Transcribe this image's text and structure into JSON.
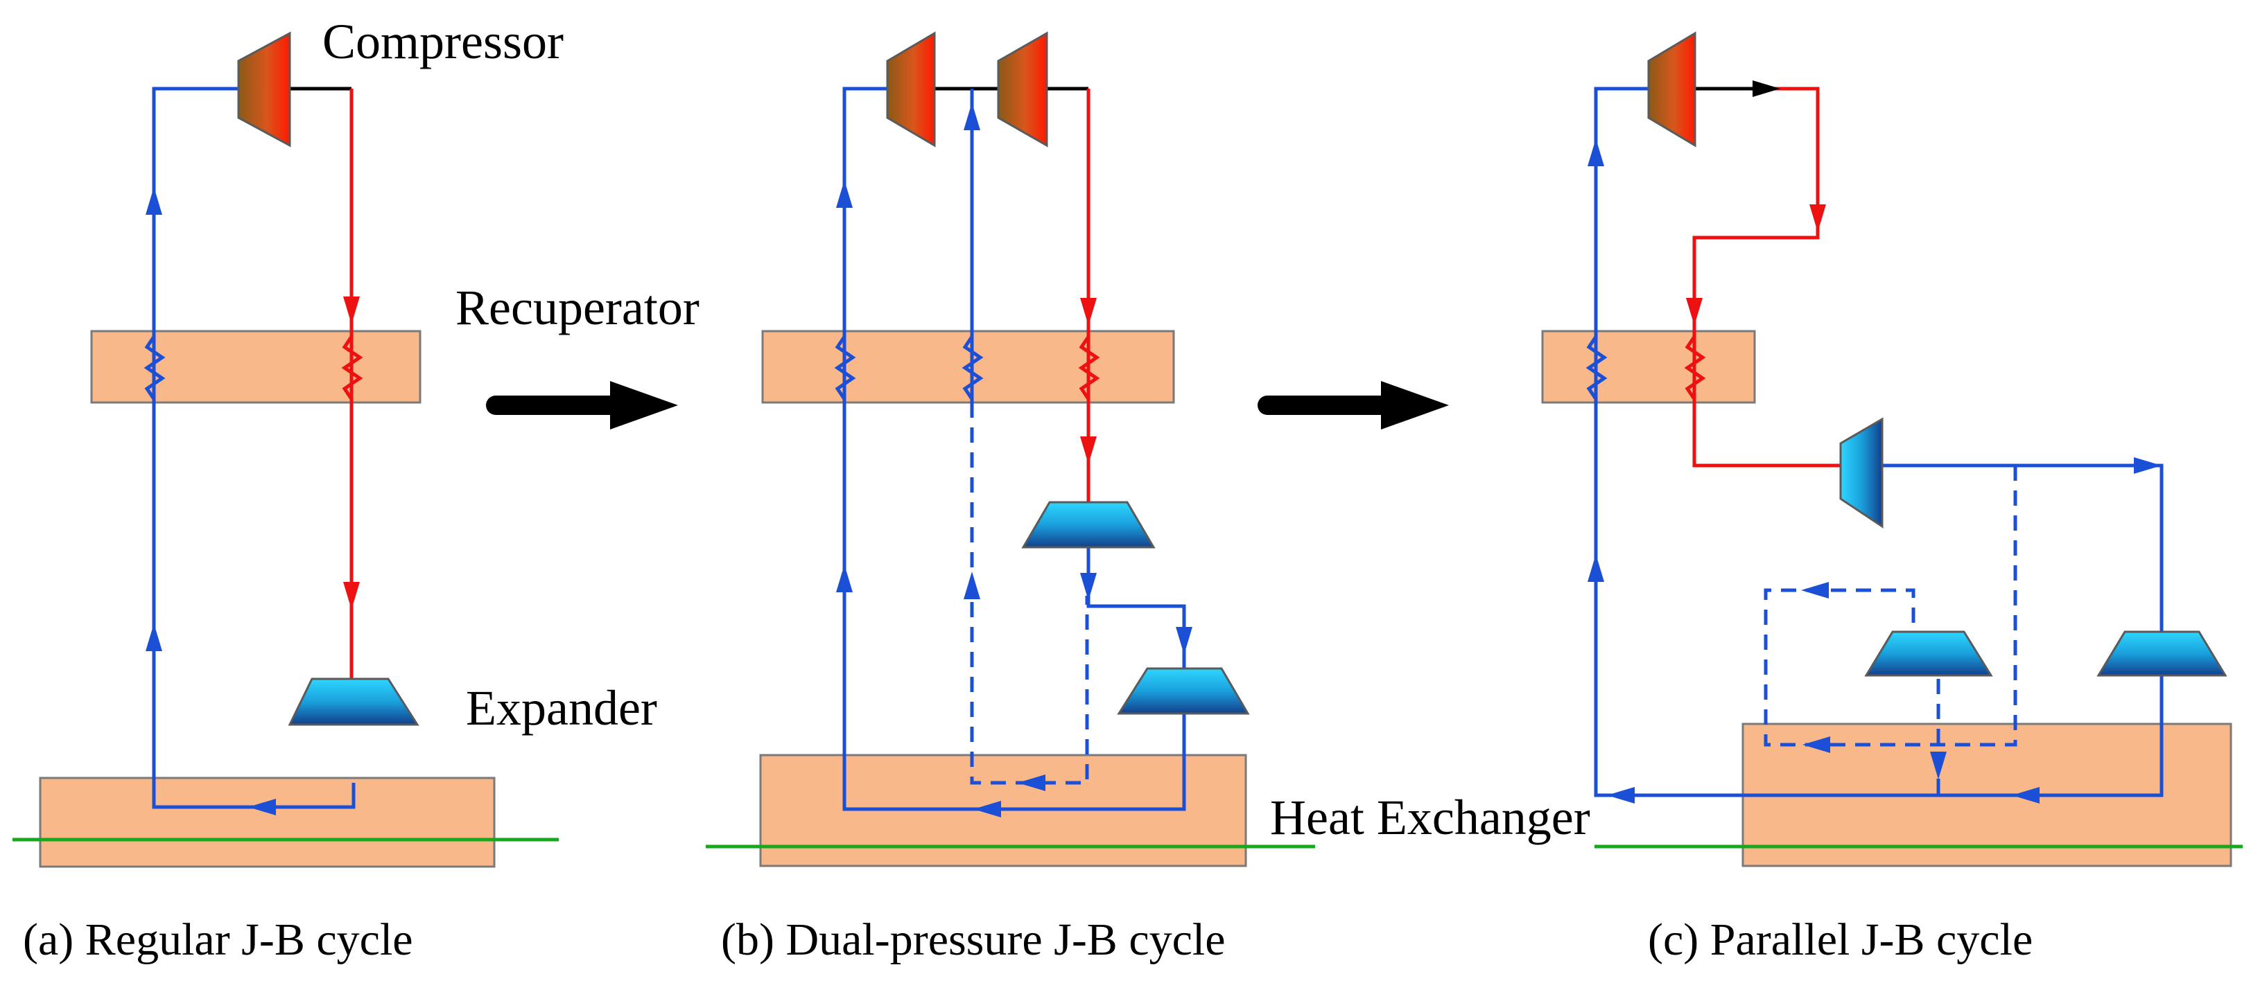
{
  "labels": {
    "compressor": "Compressor",
    "recuperator": "Recuperator",
    "expander": "Expander",
    "heat_exchanger": "Heat Exchanger"
  },
  "captions": {
    "a": "(a) Regular J-B cycle",
    "b": "(b) Dual-pressure J-B cycle",
    "c": "(c) Parallel J-B cycle"
  },
  "colors": {
    "cold_flow": "#1a4fd6",
    "hot_flow": "#ee1111",
    "work_line": "#000000",
    "box_fill": "#f9b88a",
    "box_stroke": "#7a7a7a",
    "sink_line": "#18a81e",
    "transition_arrow": "#000000"
  },
  "icons": {
    "compressor": "compressor-icon",
    "expander": "expander-icon",
    "transition": "arrow-right-icon"
  }
}
